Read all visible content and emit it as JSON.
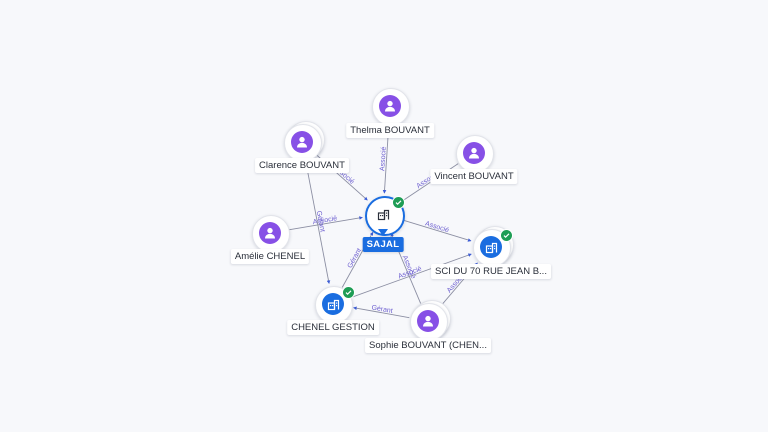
{
  "nodes": [
    {
      "id": "sajal",
      "label": "SAJAL",
      "type": "main",
      "verified": true,
      "icon": "building-icon"
    },
    {
      "id": "thelma",
      "label": "Thelma BOUVANT",
      "type": "person",
      "icon": "person-icon"
    },
    {
      "id": "clarence",
      "label": "Clarence BOUVANT",
      "type": "person",
      "icon": "person-icon"
    },
    {
      "id": "vincent",
      "label": "Vincent BOUVANT",
      "type": "person",
      "icon": "person-icon"
    },
    {
      "id": "amelie",
      "label": "Amélie CHENEL",
      "type": "person",
      "icon": "person-icon"
    },
    {
      "id": "sci",
      "label": "SCI DU 70 RUE JEAN B...",
      "type": "company",
      "verified": true,
      "icon": "building-icon"
    },
    {
      "id": "chenel_gestion",
      "label": "CHENEL GESTION",
      "type": "company",
      "verified": true,
      "icon": "building-icon"
    },
    {
      "id": "sophie",
      "label": "Sophie BOUVANT (CHEN...",
      "type": "person",
      "icon": "person-icon"
    }
  ],
  "edges": [
    {
      "from": "thelma",
      "to": "sajal",
      "label": "Associé"
    },
    {
      "from": "clarence",
      "to": "sajal",
      "label": "Associé"
    },
    {
      "from": "vincent",
      "to": "sajal",
      "label": "Associé"
    },
    {
      "from": "amelie",
      "to": "sajal",
      "label": "Associé"
    },
    {
      "from": "sajal",
      "to": "sci",
      "label": "Associé"
    },
    {
      "from": "chenel_gestion",
      "to": "sajal",
      "label": "Gérant"
    },
    {
      "from": "sophie",
      "to": "sajal",
      "label": "Associé"
    },
    {
      "from": "clarence",
      "to": "chenel_gestion",
      "label": "Gérant"
    },
    {
      "from": "sophie",
      "to": "chenel_gestion",
      "label": "Gérant"
    },
    {
      "from": "chenel_gestion",
      "to": "sci",
      "label": "Associé"
    },
    {
      "from": "sophie",
      "to": "sci",
      "label": "Associé"
    }
  ],
  "colors": {
    "person": "#8750e6",
    "company": "#1a6de0",
    "verified": "#1e9d55",
    "edge": "#8c8fa3",
    "edge_label": "#6d5fd0"
  }
}
